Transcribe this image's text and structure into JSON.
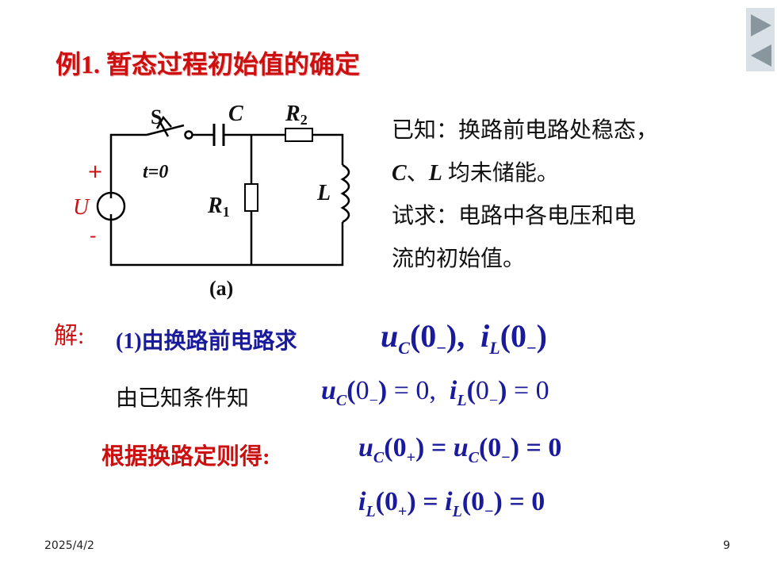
{
  "title": "例1. 暂态过程初始值的确定",
  "circuit": {
    "switch_label": "S",
    "switch_time": "t=0",
    "capacitor_label": "C",
    "r2_label": "R",
    "r2_sub": "2",
    "r1_label": "R",
    "r1_sub": "1",
    "inductor_label": "L",
    "source_label": "U",
    "plus": "+",
    "minus": "-",
    "caption": "(a)"
  },
  "given": {
    "line1": "已知：换路前电路处稳态，",
    "line2_var1": "C",
    "line2_sep": "、",
    "line2_var2": "L",
    "line2_text": " 均未储能。",
    "line3": "试求：电路中各电压和电",
    "line4": "流的初始值。"
  },
  "solution": {
    "label": "解:",
    "step1_text": "(1)由换路前电路求",
    "known_text": "由已知条件知",
    "rule_text": "根据换路定则得:"
  },
  "footer": {
    "date": "2025/4/2",
    "page": "9"
  },
  "nav": {
    "next_icon": "play-right-icon",
    "prev_icon": "play-left-icon"
  }
}
